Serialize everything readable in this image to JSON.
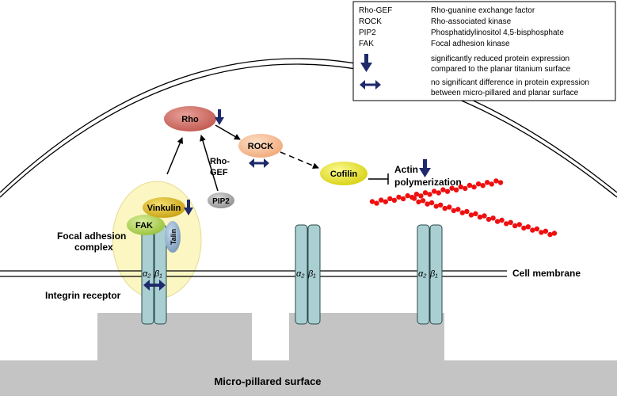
{
  "legend": {
    "abbreviations": [
      {
        "term": "Rho-GEF",
        "definition": "Rho-guanine exchange factor"
      },
      {
        "term": "ROCK",
        "definition": "Rho-associated kinase"
      },
      {
        "term": "PIP2",
        "definition": "Phosphatidylinositol 4,5-bisphosphate"
      },
      {
        "term": "FAK",
        "definition": "Focal adhesion kinase"
      }
    ],
    "down_arrow_text": [
      "significantly reduced protein expression",
      "compared to the planar titanium surface"
    ],
    "double_arrow_text": [
      "no significant difference in protein expression",
      "between micro-pillared and planar surface"
    ]
  },
  "nodes": {
    "rho": "Rho",
    "rock": "ROCK",
    "cofilin": "Cofilin",
    "actin": [
      "Actin",
      "polymerization"
    ],
    "rho_gef": [
      "Rho-",
      "GEF"
    ],
    "pip2": "PIP2",
    "vinkulin": "Vinkulin",
    "fak": "FAK",
    "talin": "Talin"
  },
  "labels": {
    "focal_adhesion": [
      "Focal adhesion",
      "complex"
    ],
    "integrin_receptor": "Integrin receptor",
    "cell_membrane": "Cell membrane",
    "surface": "Micro-pillared surface",
    "alpha": "α₂",
    "beta": "β₁"
  },
  "colors": {
    "rho": "#c8625a",
    "rock": "#f2b48a",
    "cofilin": "#e8e020",
    "vinkulin": "#d8b818",
    "fak": "#a8d048",
    "talin": "#88aac8",
    "pip2": "#a0a0a0",
    "focal_glow": "#fbf6c2",
    "integrin": "#a9cfd2",
    "surface": "#c4c4c4",
    "indicator_arrow": "#1f2a6b",
    "actin": "#ee1010"
  }
}
